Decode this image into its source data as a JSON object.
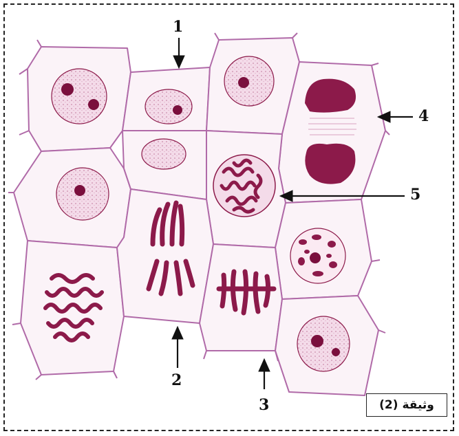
{
  "document": {
    "label": "وثيقة (2)"
  },
  "callouts": {
    "c1": "1",
    "c2": "2",
    "c3": "3",
    "c4": "4",
    "c5": "5"
  },
  "colors": {
    "cell_wall": "#b06aa8",
    "cytoplasm": "#fbf3f8",
    "nucleus_fill": "#f4dbe9",
    "chromatin": "#8c1a4a",
    "nucleolus": "#7a0f3d",
    "arrow": "#111111"
  }
}
